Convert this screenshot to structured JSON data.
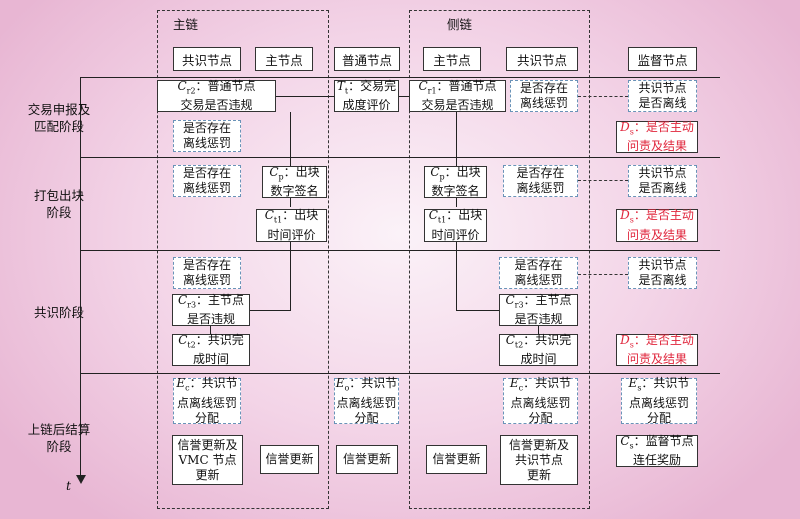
{
  "groups": {
    "main_chain": "主链",
    "side_chain": "侧链"
  },
  "headers": {
    "consensus_main": "共识节点",
    "master_main": "主节点",
    "ordinary": "普通节点",
    "master_side": "主节点",
    "consensus_side": "共识节点",
    "supervisor": "监督节点"
  },
  "stages": {
    "s1_l1": "交易申报及",
    "s1_l2": "匹配阶段",
    "s2_l1": "打包出块",
    "s2_l2": "阶段",
    "s3": "共识阶段",
    "s4_l1": "上链后结算",
    "s4_l2": "阶段"
  },
  "axis": {
    "t": "t"
  },
  "boxes": {
    "c_r2_main": {
      "v": "C",
      "s": "r2",
      "t1": "：普通节点",
      "l2": "交易是否违规"
    },
    "t_t": {
      "v": "T",
      "s": "t",
      "t1": "：交易完",
      "l2": "成度评价"
    },
    "c_r1_side": {
      "v": "C",
      "s": "r1",
      "t1": "：普通节点",
      "l2": "交易是否违规"
    },
    "pen1": {
      "l1": "是否存在",
      "l2": "离线惩罚"
    },
    "pen2": {
      "l1": "是否存在",
      "l2": "离线惩罚"
    },
    "sup1": {
      "l1": "共识节点",
      "l2": "是否离线"
    },
    "d1": {
      "v": "D",
      "s": "s",
      "t1": "：是否主动",
      "l2": "问责及结果"
    },
    "pen3": {
      "l1": "是否存在",
      "l2": "离线惩罚"
    },
    "cp_main": {
      "v": "C",
      "s": "p",
      "t1": "：出块",
      "l2": "数字签名"
    },
    "cp_side": {
      "v": "C",
      "s": "p",
      "t1": "：出块",
      "l2": "数字签名"
    },
    "pen4": {
      "l1": "是否存在",
      "l2": "离线惩罚"
    },
    "sup2": {
      "l1": "共识节点",
      "l2": "是否离线"
    },
    "ct1_main": {
      "v": "C",
      "s": "t1",
      "t1": "：出块",
      "l2": "时间评价"
    },
    "ct1_side": {
      "v": "C",
      "s": "t1",
      "t1": "：出块",
      "l2": "时间评价"
    },
    "d2": {
      "v": "D",
      "s": "s",
      "t1": "：是否主动",
      "l2": "问责及结果"
    },
    "pen5": {
      "l1": "是否存在",
      "l2": "离线惩罚"
    },
    "pen6": {
      "l1": "是否存在",
      "l2": "离线惩罚"
    },
    "sup3": {
      "l1": "共识节点",
      "l2": "是否离线"
    },
    "cr3_main": {
      "v": "C",
      "s": "r3",
      "t1": "：主节点",
      "l2": "是否违规"
    },
    "cr3_side": {
      "v": "C",
      "s": "r3",
      "t1": "：主节点",
      "l2": "是否违规"
    },
    "ct2_main": {
      "v": "C",
      "s": "t2",
      "t1": "：共识完",
      "l2": "成时间"
    },
    "ct2_side": {
      "v": "C",
      "s": "t2",
      "t1": "：共识完",
      "l2": "成时间"
    },
    "d3": {
      "v": "D",
      "s": "s",
      "t1": "：是否主动",
      "l2": "问责及结果"
    },
    "ec_main": {
      "v": "E",
      "s": "c",
      "t1": "：共识节",
      "l2": "点离线惩罚",
      "l3": "分配"
    },
    "eo_ord": {
      "v": "E",
      "s": "o",
      "t1": "：共识节",
      "l2": "点离线惩罚",
      "l3": "分配"
    },
    "ec_side": {
      "v": "E",
      "s": "c",
      "t1": "：共识节",
      "l2": "点离线惩罚",
      "l3": "分配"
    },
    "es_sup": {
      "v": "E",
      "s": "s",
      "t1": "：共识节",
      "l2": "点离线惩罚",
      "l3": "分配"
    },
    "rep_vmc": {
      "l1": "信誉更新及",
      "l2": "VMC 节点",
      "l3": "更新"
    },
    "rep_main": {
      "l1": "信誉更新"
    },
    "rep_ord": {
      "l1": "信誉更新"
    },
    "rep_side_master": {
      "l1": "信誉更新"
    },
    "rep_side_cons": {
      "l1": "信誉更新及",
      "l2": "共识节点",
      "l3": "更新"
    },
    "cs_sup": {
      "v": "C",
      "s": "s",
      "t1": "：监督节点",
      "l2": "连任奖励"
    }
  }
}
